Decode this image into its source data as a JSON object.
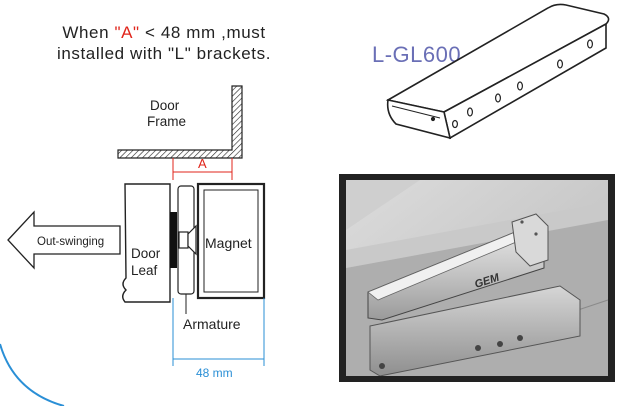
{
  "note": {
    "prefix": "When ",
    "highlight": "\"A\"",
    "middle": " < 48 mm ,must",
    "line2": "installed with \"L\" brackets."
  },
  "model_label": "L-GL600",
  "diagram": {
    "door_frame": "Door\nFrame",
    "dimension_a": "A",
    "out_swinging": "Out-swinging",
    "door_leaf": "Door\nLeaf",
    "magnet": "Magnet",
    "armature": "Armature",
    "dimension_48": "48 mm"
  },
  "photo": {
    "brand_mark": "GEM"
  },
  "colors": {
    "highlight_red": "#e0251b",
    "model_blue": "#6a6fb6",
    "callout_blue": "#2a8fd6",
    "photo_frame": "#222222"
  }
}
